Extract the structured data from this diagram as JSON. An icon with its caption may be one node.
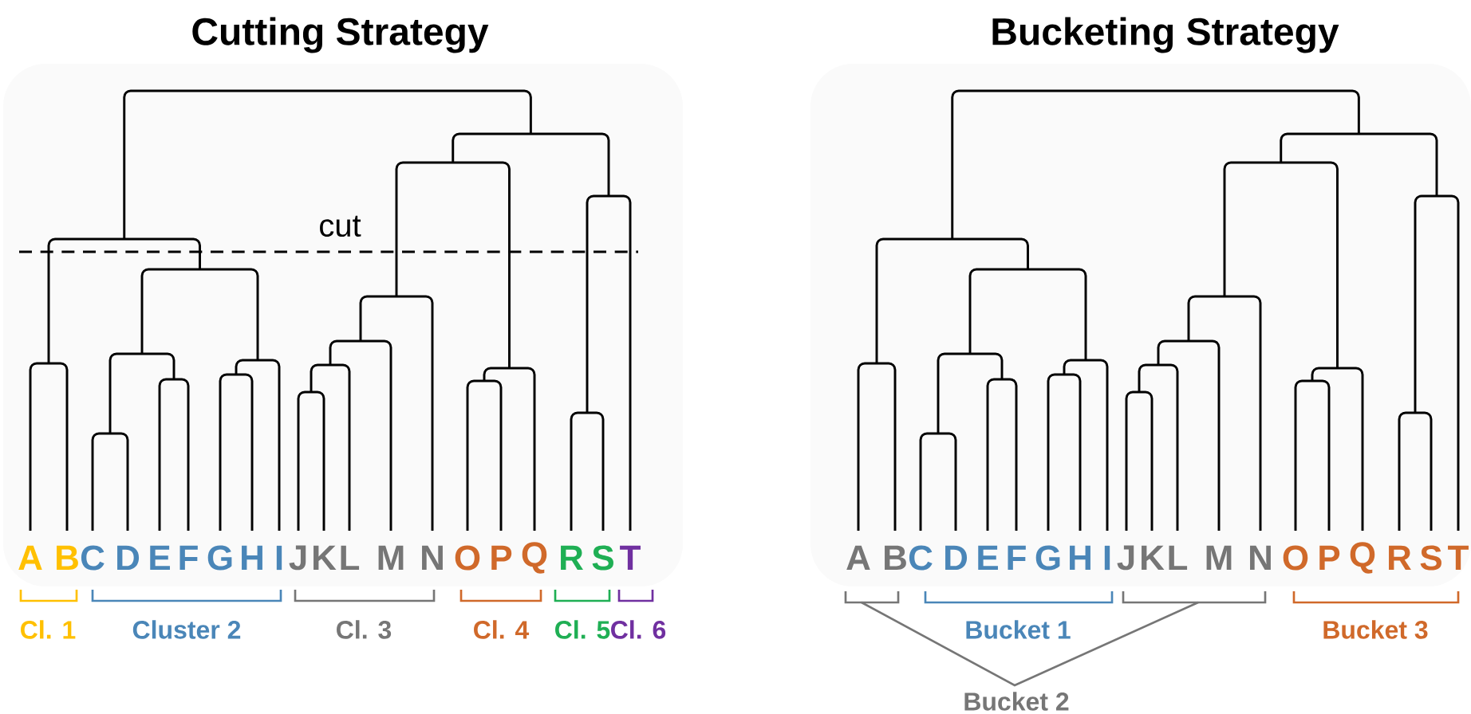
{
  "diagram": {
    "labels": [
      "Cutting Strategy",
      "cut",
      "A",
      "B",
      "C",
      "D",
      "E",
      "F",
      "G",
      "H",
      "I",
      "J",
      "K",
      "L",
      "M",
      "N",
      "O",
      "P",
      "Q",
      "R",
      "S",
      "T",
      "Cl. 1",
      "Cluster 2",
      "Cl. 3",
      "Cl. 4",
      "Cl. 5",
      "Cl. 6",
      "Bucketing Strategy",
      "A",
      "B",
      "C",
      "D",
      "E",
      "F",
      "G",
      "H",
      "I",
      "J",
      "K",
      "L",
      "M",
      "N",
      "O",
      "P",
      "Q",
      "R",
      "S",
      "T",
      "Bucket 1",
      "Bucket 3",
      "Bucket 2"
    ]
  }
}
